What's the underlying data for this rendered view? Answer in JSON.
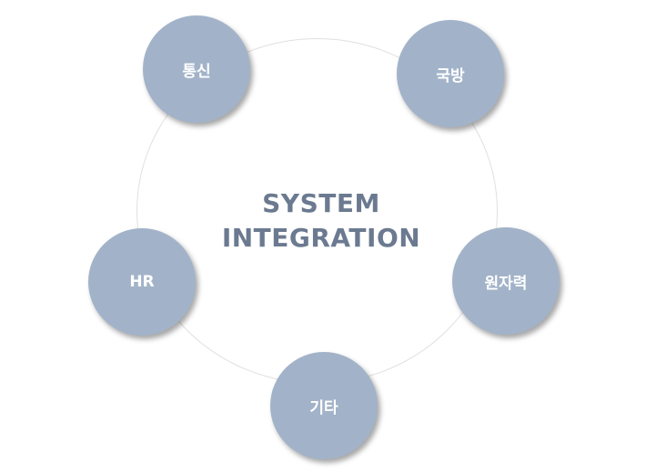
{
  "center": {
    "line1": "SYSTEM",
    "line2": "INTEGRATION"
  },
  "nodes": {
    "telecom": "통신",
    "defense": "국방",
    "nuclear": "원자력",
    "other": "기타",
    "hr": "HR"
  },
  "colors": {
    "node_fill": "#a2b3c9",
    "title": "#6b7a90",
    "ring": "#e0e0e0"
  }
}
